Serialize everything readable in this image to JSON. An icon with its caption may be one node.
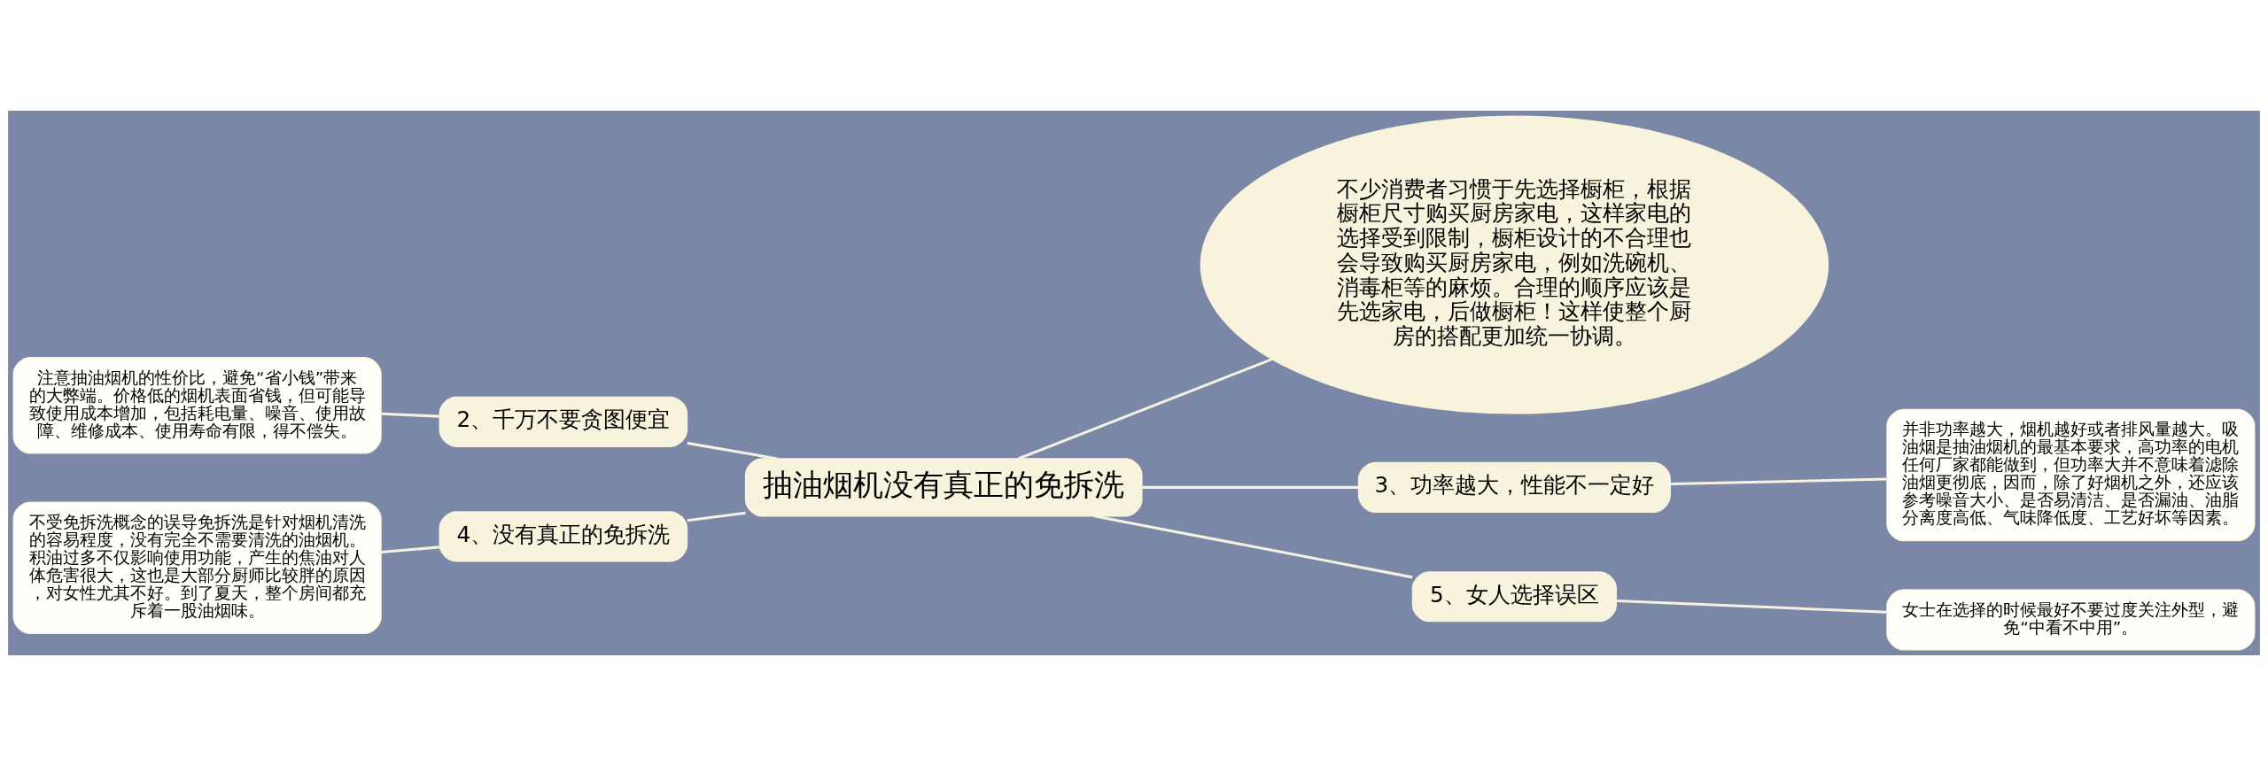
{
  "diagram": {
    "nodes": [
      {
        "text": [
          "抽油烟机没有真正的免拆洗"
        ]
      },
      {
        "text": [
          "不少消费者习惯于先选择橱柜，根据橱柜尺寸购买厨房家电，这样家电的选择受到限制，橱柜设计的不合理也会导致购买厨房家电，例如洗碗机、消毒柜等的麻烦。合理的顺序应该是先选家电，后做橱柜！这样使整个厨房的搭配更加统一协调。"
        ]
      },
      {
        "text": [
          "2、千万不要贪图便宜"
        ]
      },
      {
        "text": [
          "注意抽油烟机的性价比，避免“省小钱”带来的大弊端。价格低的烟机表面省钱，但可能导致使用成本增加，包括耗电量、噪音、使用故障、维修成本、使用寿命有限，得不偿失。"
        ]
      },
      {
        "text": [
          "3、功率越大，性能不一定好"
        ]
      },
      {
        "text": [
          "并非功率越大，烟机越好或者排风量越大。吸油烟是抽油烟机的最基本要求，高功率的电机任何厂家都能做到，但功率大并不意味着滤除油烟更彻底，因而，除了好烟机之外，还应该参考噪音大小、是否易清洁、是否漏油、油脂分离度高低、气味降低度、工艺好坏等因素。"
        ]
      },
      {
        "text": [
          "4、没有真正的免拆洗"
        ]
      },
      {
        "text": [
          "不受免拆洗概念的误导免拆洗是针对烟机清洗的容易程度，没有完全不需要清洗的油烟机。积油过多不仅影响使用功能，产生的焦油对人体危害很大，这也是大部分厨师比较胖的原因，对女性尤其不好。到了夏天，整个房间都充斥着一股油烟味。"
        ]
      },
      {
        "text": [
          "5、女人选择误区"
        ]
      },
      {
        "text": [
          "女士在选择的时候最好不要过度关注外型，避免“中看不中用”。"
        ]
      }
    ],
    "edges": [
      {
        "from": 0,
        "to": 1,
        "arrow": "none"
      },
      {
        "from": 0,
        "to": 2,
        "arrow": "none"
      },
      {
        "from": 2,
        "to": 3,
        "arrow": "none"
      },
      {
        "from": 0,
        "to": 4,
        "arrow": "none"
      },
      {
        "from": 4,
        "to": 5,
        "arrow": "none"
      },
      {
        "from": 0,
        "to": 6,
        "arrow": "none"
      },
      {
        "from": 6,
        "to": 7,
        "arrow": "none"
      },
      {
        "from": 0,
        "to": 8,
        "arrow": "none"
      },
      {
        "from": 8,
        "to": 9,
        "arrow": "none"
      }
    ]
  }
}
